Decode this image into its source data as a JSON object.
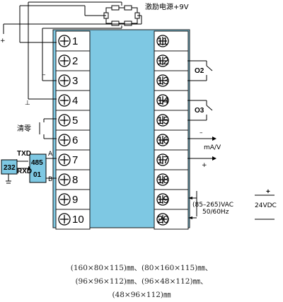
{
  "left_terminals": [
    "1",
    "2",
    "3",
    "4",
    "5",
    "6",
    "7",
    "8",
    "9",
    "10"
  ],
  "right_terminals": [
    "11",
    "12",
    "13",
    "14",
    "15",
    "16",
    "17",
    "18",
    "19",
    "20"
  ],
  "labels": {
    "excite": "激励电源+9V",
    "plus_top": "+",
    "minus_3": "–",
    "minus_4": "⊥",
    "relay_o2": "O2",
    "relay_o3": "O3",
    "clear": "清零",
    "out_minus": "–",
    "out_plus": "+",
    "ma_v": "mA/V",
    "txd": "TXD",
    "rxd": "RXD",
    "a": "A",
    "b": "B",
    "box_232": "232",
    "box_485": "485",
    "box_01": "01",
    "vac_line1": "(85–265)VAC",
    "vac_line2": "50/60Hz",
    "vdc_plus": "+",
    "vdc": "24VDC",
    "vdc_minus": "—"
  },
  "captions": [
    "(160×80×115)㎜、(80×160×115)㎜、",
    "(96×96×112)㎜、(96×48×112)㎜、",
    "(48×96×112)㎜"
  ]
}
